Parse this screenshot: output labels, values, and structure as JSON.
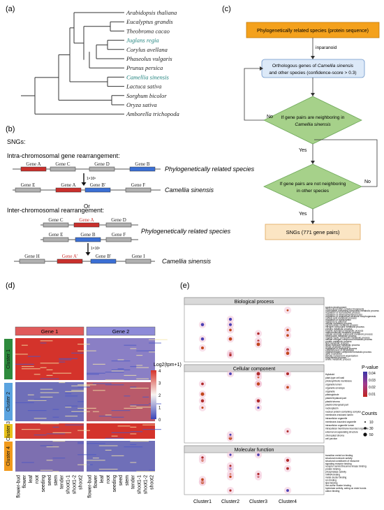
{
  "panels": {
    "a": "(a)",
    "b": "(b)",
    "c": "(c)",
    "d": "(d)",
    "e": "(e)"
  },
  "colors": {
    "red": "#c9302c",
    "blue": "#3b6fd4",
    "gray": "#b0b0b0",
    "orange": "#f4a11c",
    "lightblue": "#dce9f8",
    "green": "#a6d18a",
    "cream": "#fbe5c3"
  },
  "tree": {
    "species": [
      "Arabidopsis thaliana",
      "Eucalyptus grandis",
      "Theobroma cacao",
      "Juglans regia",
      "Corylus avellana",
      "Phaseolus vulgaris",
      "Prunus persica",
      "Camellia sinensis",
      "Lactuca sativa",
      "Sorghum bicolor",
      "Oryza sativa",
      "Amborella trichopoda"
    ],
    "highlighted": [
      "Juglans regia",
      "Camellia sinensis"
    ]
  },
  "sng": {
    "title": "SNGs:",
    "intra_title": "Intra-chromosomal gene rearrangement:",
    "inter_title": "Inter-chromosomal rearrangement:",
    "or": "Or",
    "scale": "1×10⁶",
    "phylo_label": "Phylogenetically related species",
    "camellia_label": "Camellia sinensis",
    "genes": {
      "a": "Gene A",
      "b": "Gene B",
      "c": "Gene C",
      "d": "Gene D",
      "e": "Gene E",
      "f": "Gene F",
      "h": "Gene H",
      "i": "Gene I",
      "a2": "Gene A'",
      "b2": "Gene B'"
    }
  },
  "flow": {
    "start": "Phylogenetically related species (protein sequence)",
    "inparanoid": "inparanoid",
    "ortho": "Orthologous genes of Camellia sinensis and other species (confidence-score > 0.3)",
    "q1": "If gene pairs are neighboring in Camellia sinensis",
    "q2": "If gene pairs are not neighboring in other species",
    "yes": "Yes",
    "no": "No",
    "result": "SNGs (771 gene pairs)"
  },
  "heatmap": {
    "col_groups": [
      "Gene 1",
      "Gene 2"
    ],
    "clusters": [
      "Cluster 1",
      "Cluster 2",
      "Cluster 3",
      "Cluster 4"
    ],
    "cluster_colors": [
      "#2e8b3d",
      "#5aa3e0",
      "#e8c21a",
      "#f19a1c"
    ],
    "legend_title": "Log2(tpm+1)",
    "legend_ticks": [
      "4",
      "3",
      "2",
      "1",
      "0"
    ],
    "xlabels": [
      "flower-bud",
      "flower",
      "leaf",
      "root",
      "seeding",
      "seed",
      "stem",
      "tender",
      "shoot1-1",
      "shoot1-2",
      "shoot2"
    ]
  },
  "enrich": {
    "sections": [
      "Biological process",
      "Cellular component",
      "Molecular function"
    ],
    "xlabels": [
      "Cluster1",
      "Cluster2",
      "Cluster3",
      "Cluster4"
    ],
    "pvalue_title": "P-value",
    "pvalue_ticks": [
      "0.04",
      "0.03",
      "0.02",
      "0.01"
    ],
    "counts_title": "Counts",
    "counts_ticks": [
      "10",
      "30",
      "50"
    ],
    "bp_terms": [
      "system development",
      "ribonucleoprotein complex biogenesis",
      "nucleobase-containing compound metabolic process",
      "regulation of reproductive process",
      "regulation of developmental process",
      "regulation of anatomical structure morphogenesis",
      "nucleic acid metabolic process",
      "regulation of transcription",
      "response to stimulus",
      "cellular metabolic process",
      "carbohydrate metabolic process",
      "nitrogen compound metabolic process",
      "primary metabolic process",
      "organic substance metabolic process",
      "macromolecule metabolic process",
      "cellular aromatic compound metabolic process",
      "heterocycle metabolic process",
      "organic cyclic compound metabolic process",
      "cellular nitrogen compound metabolic process",
      "protein metabolic process",
      "lipid metabolic process",
      "small molecule metabolic process",
      "single-organism process",
      "regulation of biological process",
      "establishment of localization",
      "organonitrogen compound metabolic process",
      "gene expression",
      "cellular component organization",
      "biosynthetic process",
      "amine metabolic process"
    ],
    "cc_terms": [
      "thylakoid",
      "plant-type cell wall",
      "photosynthetic membrane",
      "organelle lumen",
      "organelle envelope",
      "organelle",
      "plastoglobule",
      "plastid thylakoid part",
      "plastid stroma",
      "plastid chloroplast part",
      "nucleoplasm",
      "nuclear protein-containing complex",
      "membrane-enclosed lumen",
      "intracellular organelle",
      "membrane-bounded organelle",
      "intracellular organelle lumen",
      "intracellular membrane-bounded organelle",
      "external encapsulating structure",
      "chloroplast stroma",
      "cell junction"
    ],
    "mf_terms": [
      "transition metal ion binding",
      "structural molecule activity",
      "structural constituent of ribosome",
      "signaling receptor binding",
      "receptor serine/threonine kinase binding",
      "protein binding",
      "phosphatase activity",
      "mRNA binding",
      "metal cluster binding",
      "ion binding",
      "lipid binding",
      "iron-sulfur cluster binding",
      "hydrolase activity, acting on ester bonds",
      "cation binding"
    ]
  }
}
